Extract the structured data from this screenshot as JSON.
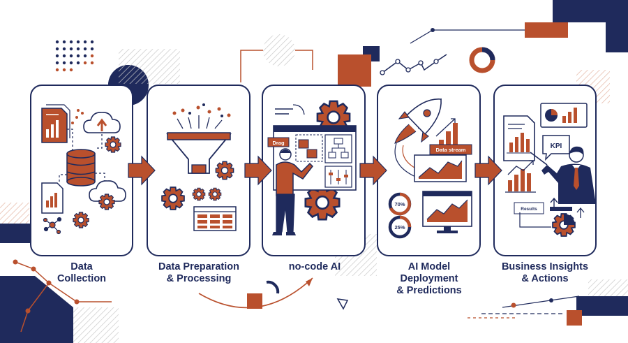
{
  "colors": {
    "navy": "#1f2a5c",
    "rust": "#b9502d",
    "pale_rust": "#f0d8cd",
    "light_gray": "#c8c8c8",
    "background": "#ffffff"
  },
  "stages": [
    {
      "label_lines": [
        "Data",
        "Collection"
      ],
      "icons": [
        "document-chart-icon",
        "cloud-upload-icon",
        "database-icon",
        "gear-icon",
        "cloud-icon",
        "network-icon"
      ]
    },
    {
      "label_lines": [
        "Data Preparation",
        "& Processing"
      ],
      "icons": [
        "funnel-icon",
        "gear-icon",
        "table-icon"
      ]
    },
    {
      "label_lines": [
        "no-code AI"
      ],
      "icons": [
        "gear-icon",
        "flowchart-icon",
        "person-icon"
      ]
    },
    {
      "label_lines": [
        "AI Model",
        "Deployment",
        "& Predictions"
      ],
      "icons": [
        "rocket-icon",
        "line-chart-icon",
        "monitor-icon",
        "donut-icon"
      ]
    },
    {
      "label_lines": [
        "Business Insights",
        "& Actions"
      ],
      "icons": [
        "report-icon",
        "presenter-icon",
        "gear-icon",
        "pie-chart-icon"
      ]
    }
  ],
  "panel_texts": {
    "drag": "Drag",
    "data_stream": "Data stream",
    "pct_a": "70%",
    "pct_b": "25%",
    "kpi": "KPI",
    "results": "Results"
  }
}
